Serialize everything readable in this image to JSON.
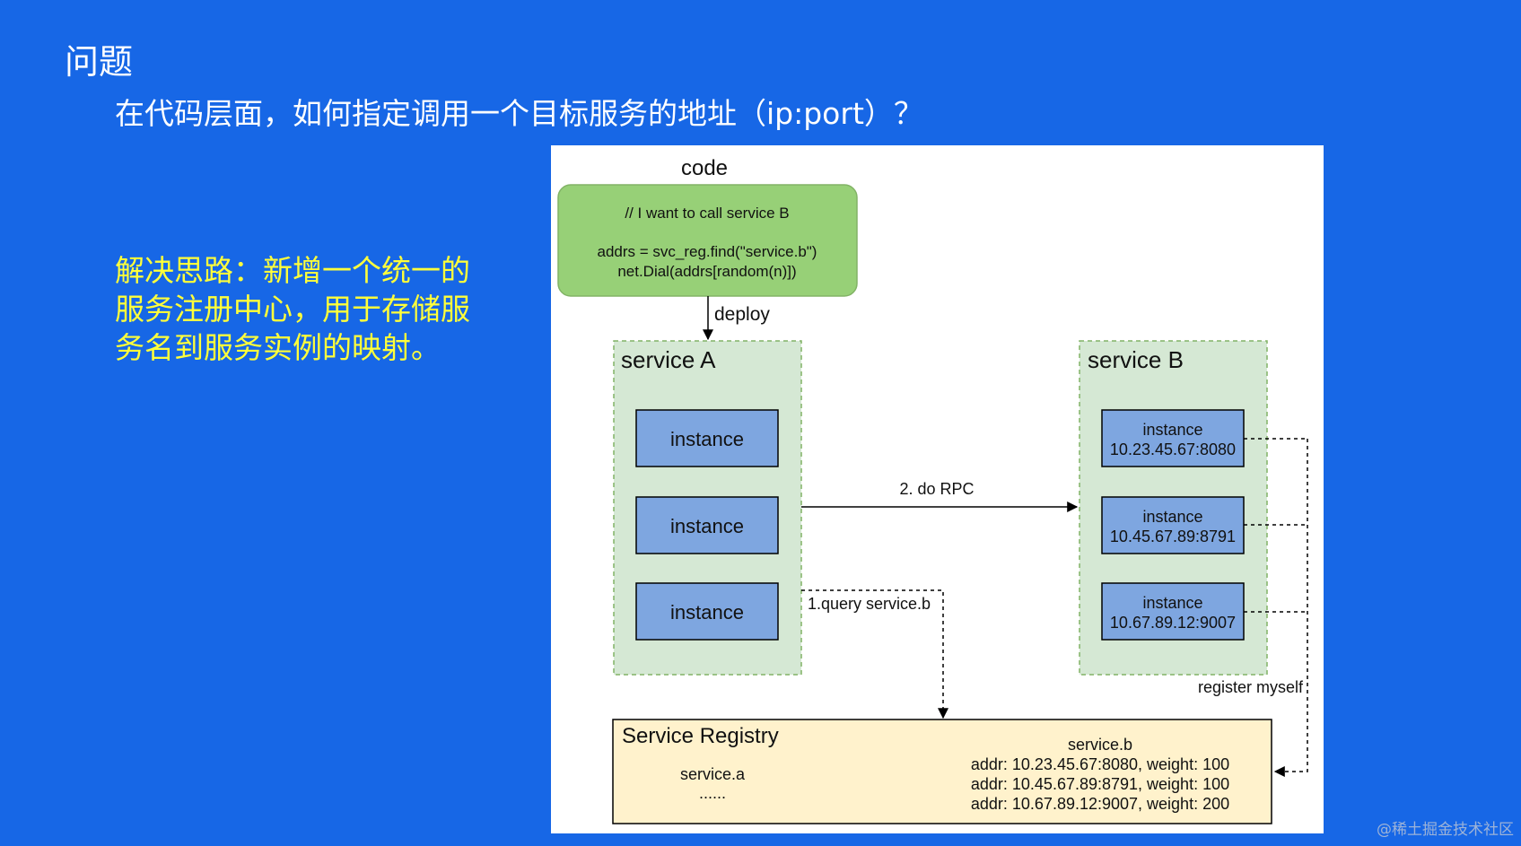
{
  "slide": {
    "title": "问题",
    "question": "在代码层面，如何指定调用一个目标服务的地址（ip:port）？",
    "solution_lines": [
      "解决思路：新增一个统一的",
      "服务注册中心，用于存储服",
      "务名到服务实例的映射。"
    ]
  },
  "diagram": {
    "code_label": "code",
    "code_box": {
      "comment": "// I want to call service B",
      "line1": "addrs = svc_reg.find(\"service.b\")",
      "line2": "net.Dial(addrs[random(n)])"
    },
    "deploy_label": "deploy",
    "service_a": {
      "title": "service A",
      "instances": [
        "instance",
        "instance",
        "instance"
      ]
    },
    "service_b": {
      "title": "service B",
      "instances": [
        {
          "label": "instance",
          "addr": "10.23.45.67:8080"
        },
        {
          "label": "instance",
          "addr": "10.45.67.89:8791"
        },
        {
          "label": "instance",
          "addr": "10.67.89.12:9007"
        }
      ]
    },
    "rpc_label": "2. do RPC",
    "query_label": "1.query service.b",
    "register_label": "register myself",
    "registry": {
      "title": "Service Registry",
      "service_a": "service.a",
      "ellipsis": "......",
      "service_b": "service.b",
      "entries": [
        "addr: 10.23.45.67:8080, weight: 100",
        "addr: 10.45.67.89:8791, weight: 100",
        "addr: 10.67.89.12:9007, weight: 200"
      ]
    }
  },
  "watermark": "@稀土掘金技术社区",
  "colors": {
    "background": "#1767e6",
    "highlight": "#ffff3a",
    "code_box_fill": "#97d077",
    "service_group_fill": "#d5e8d4",
    "instance_fill": "#7ea6e0",
    "registry_fill": "#fff2cc"
  }
}
